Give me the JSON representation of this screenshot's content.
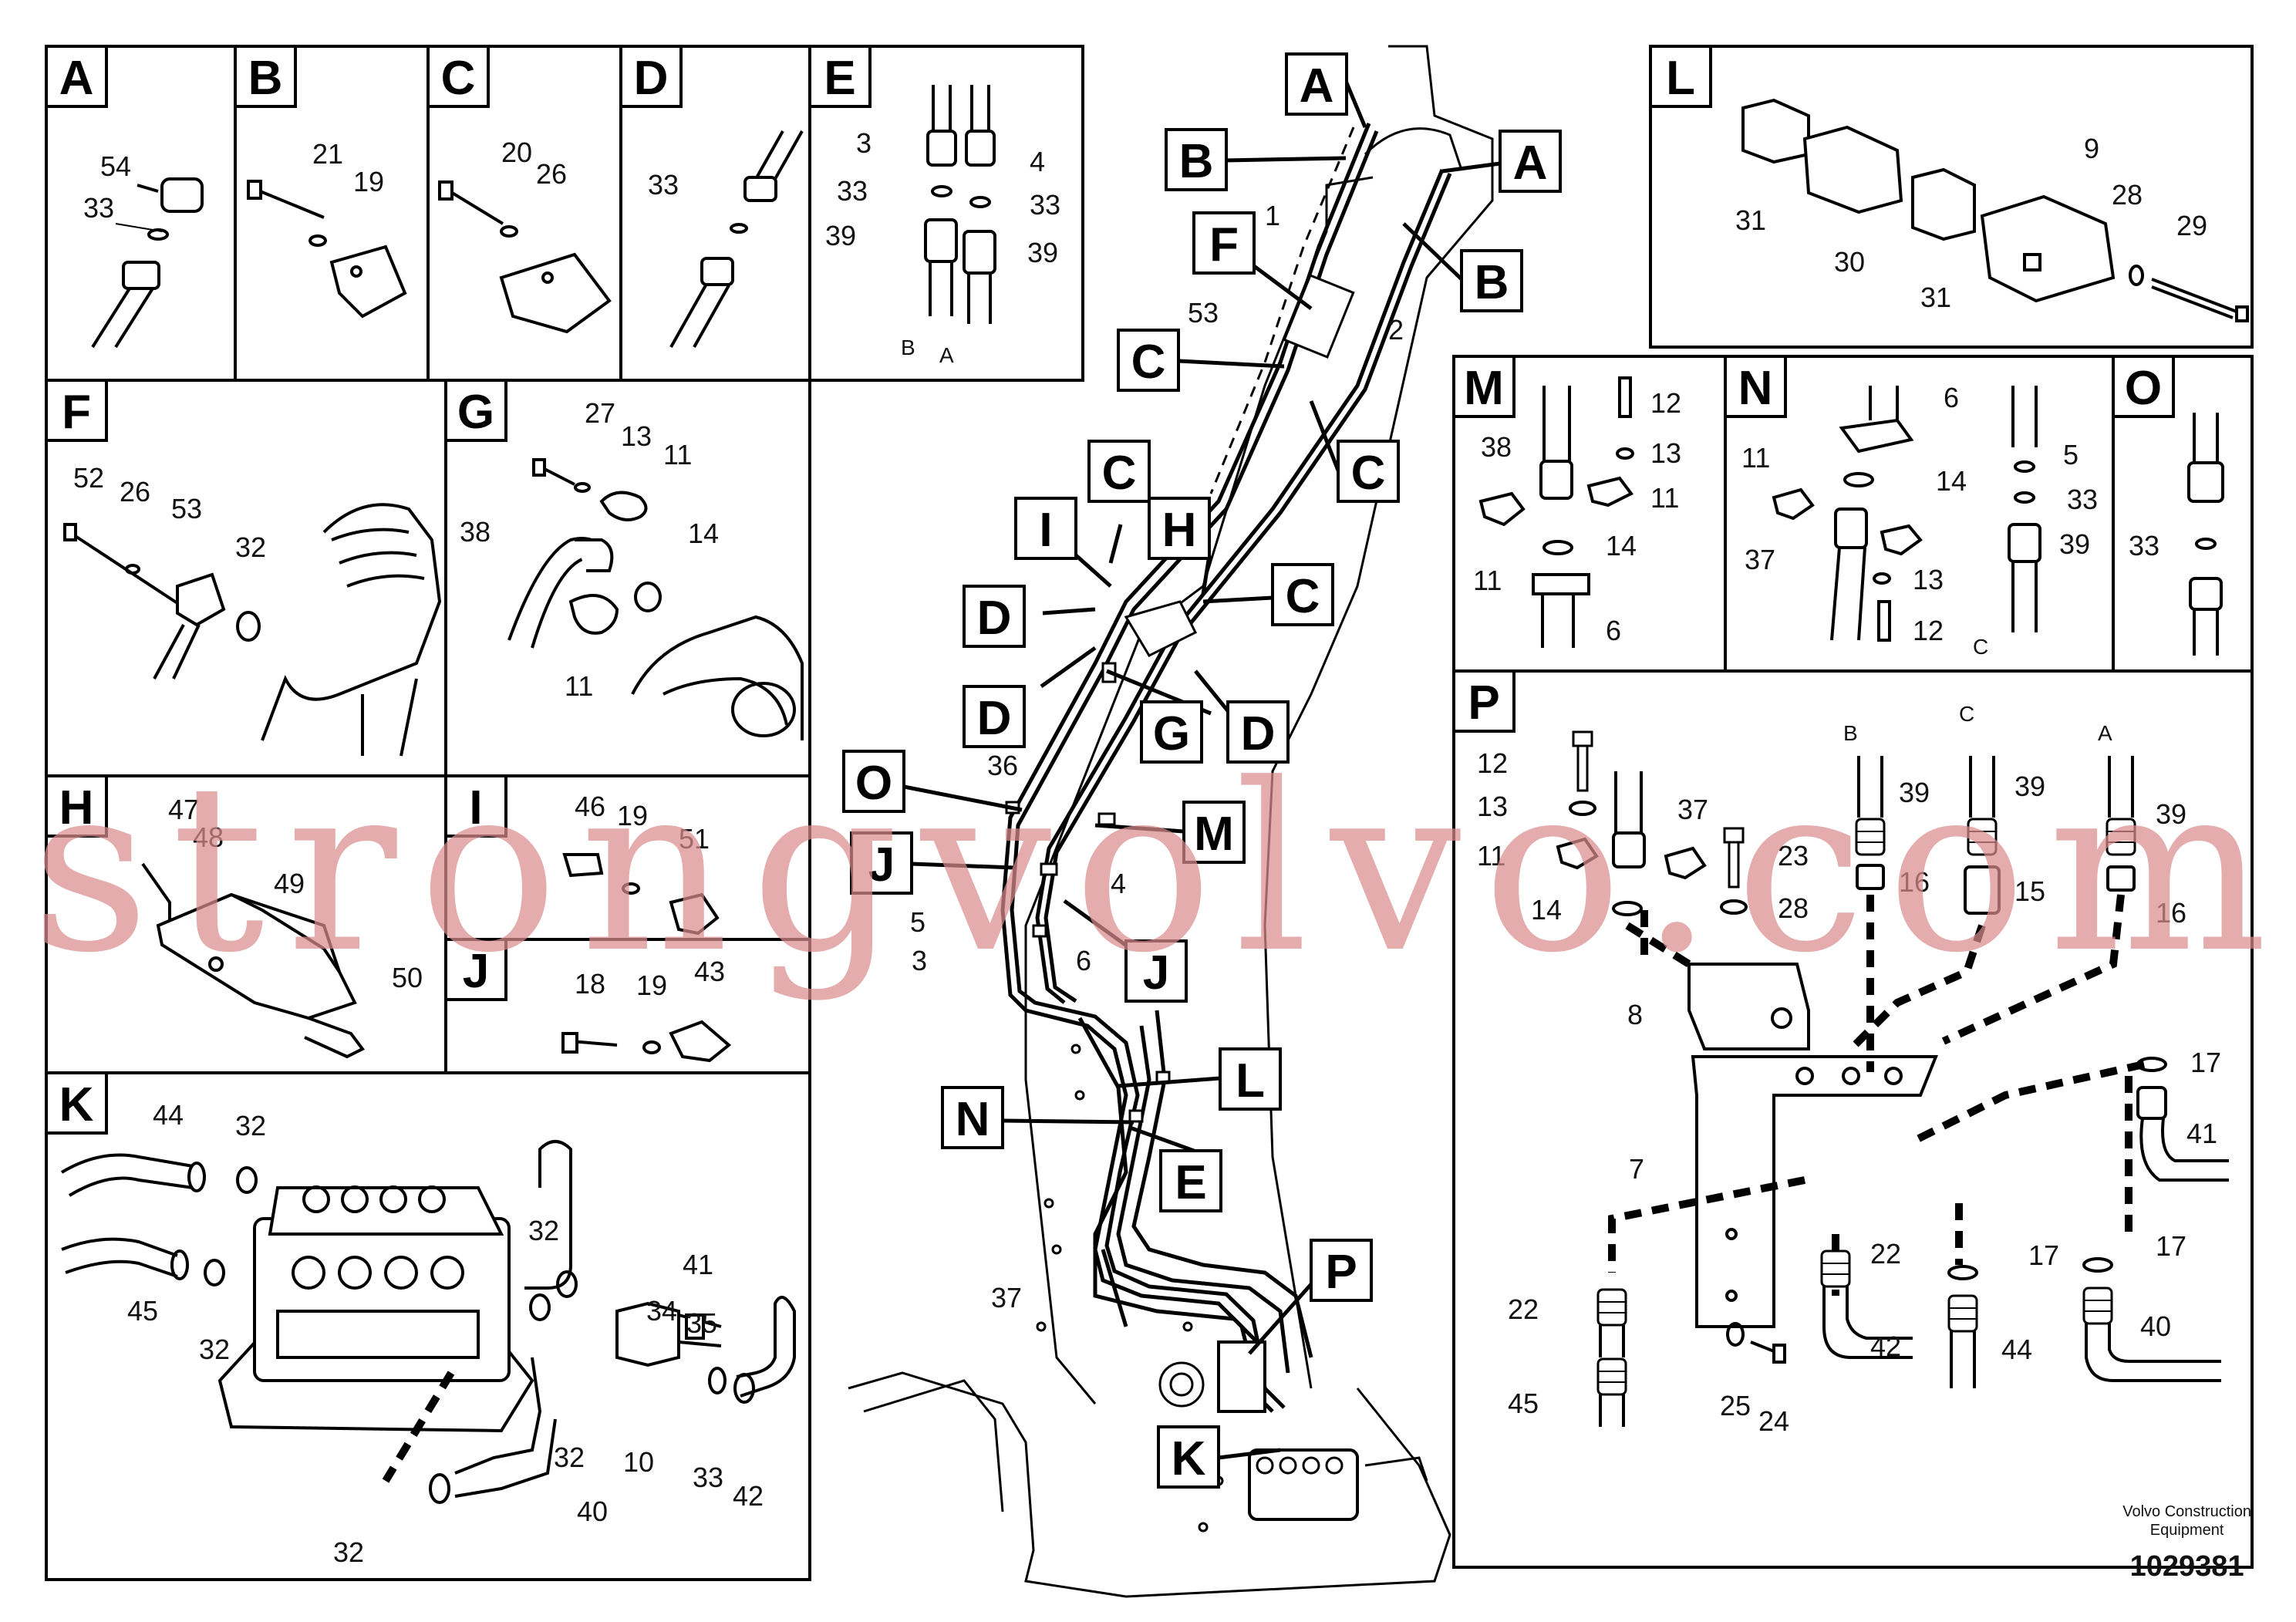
{
  "drawing": {
    "company_line1": "Volvo Construction",
    "company_line2": "Equipment",
    "drawing_number": "1029381"
  },
  "watermark": "strongvolvo.com",
  "detail_views": {
    "A": {
      "letter": "A",
      "callouts": [
        "54",
        "33"
      ]
    },
    "B": {
      "letter": "B",
      "callouts": [
        "21",
        "19"
      ]
    },
    "C": {
      "letter": "C",
      "callouts": [
        "20",
        "26"
      ]
    },
    "D": {
      "letter": "D",
      "callouts": [
        "33"
      ]
    },
    "E": {
      "letter": "E",
      "callouts": [
        "3",
        "4",
        "33",
        "33",
        "39",
        "39"
      ],
      "line_tags": [
        "B",
        "A"
      ]
    },
    "F": {
      "letter": "F",
      "callouts": [
        "52",
        "26",
        "53",
        "32"
      ]
    },
    "G": {
      "letter": "G",
      "callouts": [
        "27",
        "13",
        "11",
        "38",
        "14",
        "11"
      ]
    },
    "H": {
      "letter": "H",
      "callouts": [
        "47",
        "48",
        "49",
        "50"
      ]
    },
    "I": {
      "letter": "I",
      "callouts": [
        "46",
        "19",
        "51"
      ]
    },
    "J": {
      "letter": "J",
      "callouts": [
        "18",
        "19",
        "43"
      ]
    },
    "K": {
      "letter": "K",
      "callouts": [
        "44",
        "32",
        "45",
        "32",
        "32",
        "41",
        "34",
        "35",
        "32",
        "10",
        "33",
        "42",
        "40",
        "32"
      ]
    },
    "L": {
      "letter": "L",
      "callouts": [
        "9",
        "28",
        "29",
        "31",
        "30",
        "31"
      ]
    },
    "M": {
      "letter": "M",
      "callouts": [
        "12",
        "38",
        "13",
        "11",
        "11",
        "14",
        "6"
      ]
    },
    "N": {
      "letter": "N",
      "callouts": [
        "6",
        "11",
        "14",
        "37",
        "13",
        "12"
      ],
      "line_tags": [
        "C"
      ]
    },
    "O": {
      "letter": "O",
      "callouts": [
        "5",
        "33",
        "39",
        "33"
      ]
    },
    "P": {
      "letter": "P",
      "callouts": [
        "12",
        "13",
        "11",
        "14",
        "37",
        "23",
        "28",
        "8",
        "39",
        "16",
        "39",
        "15",
        "39",
        "16",
        "17",
        "41",
        "7",
        "17",
        "22",
        "22",
        "42",
        "17",
        "44",
        "40",
        "25",
        "24",
        "45"
      ],
      "line_tags": [
        "B",
        "C",
        "A"
      ]
    }
  },
  "main_view": {
    "callouts": [
      "1",
      "2",
      "53",
      "36",
      "5",
      "3",
      "4",
      "6",
      "37"
    ],
    "view_markers": [
      "A",
      "B",
      "A",
      "B",
      "F",
      "C",
      "C",
      "C",
      "I",
      "H",
      "C",
      "D",
      "D",
      "G",
      "D",
      "O",
      "M",
      "J",
      "J",
      "L",
      "N",
      "E",
      "P",
      "K"
    ]
  },
  "colors": {
    "line": "#000000",
    "background": "#ffffff",
    "watermark": "#d98c8c"
  }
}
